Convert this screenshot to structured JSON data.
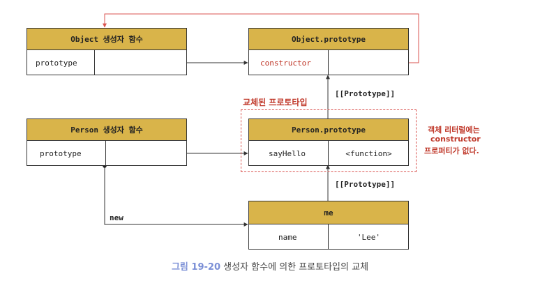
{
  "object_constructor": {
    "title": "Object 생성자 함수",
    "prop": "prototype"
  },
  "object_prototype": {
    "title": "Object.prototype",
    "prop": "constructor"
  },
  "person_constructor": {
    "title": "Person 생성자 함수",
    "prop": "prototype"
  },
  "person_prototype": {
    "title": "Person.prototype",
    "prop": "sayHello",
    "value": "<function>"
  },
  "me": {
    "title": "me",
    "prop": "name",
    "value": "'Lee'"
  },
  "labels": {
    "proto_link_1": "[[Prototype]]",
    "proto_link_2": "[[Prototype]]",
    "new_label": "new",
    "replaced_label": "교체된 프로토타입",
    "note_line1": "객체 리터럴에는",
    "note_line2": "constructor",
    "note_line3": "프로퍼티가 없다."
  },
  "caption": {
    "figure_number": "그림 19-20",
    "text": "생성자 함수에 의한 프로토타입의 교체"
  },
  "colors": {
    "header": "#d9b44a",
    "accent_red": "#c0392b",
    "dashed": "#d9534f",
    "caption_num": "#7b8fd6"
  }
}
